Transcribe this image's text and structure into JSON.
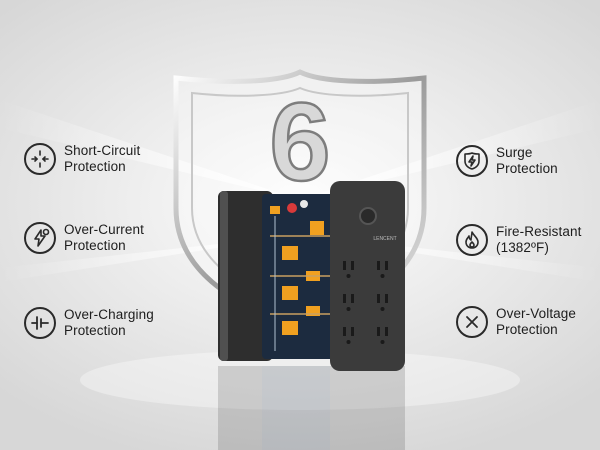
{
  "big_number": "6",
  "device_brand": "LENCENT",
  "features": [
    {
      "line1": "Short-Circuit",
      "line2": "Protection",
      "icon": "short-circuit-icon"
    },
    {
      "line1": "Over-Current",
      "line2": "Protection",
      "icon": "over-current-icon"
    },
    {
      "line1": "Over-Charging",
      "line2": "Protection",
      "icon": "over-charging-icon"
    },
    {
      "line1": "Surge",
      "line2": "Protection",
      "icon": "surge-icon"
    },
    {
      "line1": "Fire-Resistant",
      "line2": "(1382ºF)",
      "icon": "fire-icon"
    },
    {
      "line1": "Over-Voltage",
      "line2": "Protection",
      "icon": "over-voltage-icon"
    }
  ],
  "colors": {
    "background": "#e6e6e6",
    "text": "#1d1d1d",
    "device": "#3a3a3a",
    "accent": "#f0a020"
  }
}
